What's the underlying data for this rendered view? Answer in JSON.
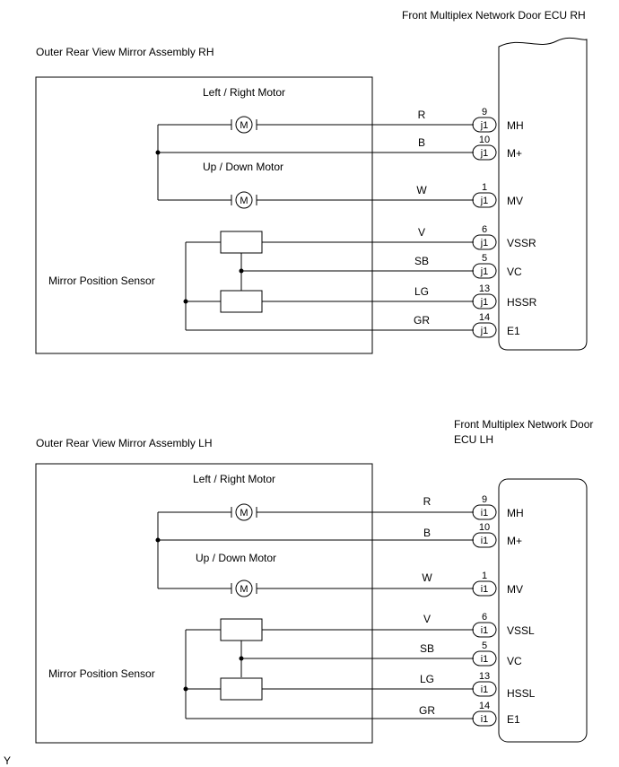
{
  "figure_code": "Y",
  "sections": [
    {
      "id": "rh",
      "assembly_label": "Outer Rear View Mirror Assembly RH",
      "ecu_label_lines": [
        "Front Multiplex Network Door ECU RH"
      ],
      "lr_motor_label": "Left  / Right Motor",
      "ud_motor_label": "Up / Down Motor",
      "sensor_label": "Mirror Position Sensor",
      "motor_symbol": "M",
      "connector": "j1",
      "wires": [
        {
          "color": "R",
          "pin": "9",
          "terminal": "MH"
        },
        {
          "color": "B",
          "pin": "10",
          "terminal": "M+"
        },
        {
          "color": "W",
          "pin": "1",
          "terminal": "MV"
        },
        {
          "color": "V",
          "pin": "6",
          "terminal": "VSSR"
        },
        {
          "color": "SB",
          "pin": "5",
          "terminal": "VC"
        },
        {
          "color": "LG",
          "pin": "13",
          "terminal": "HSSR"
        },
        {
          "color": "GR",
          "pin": "14",
          "terminal": "E1"
        }
      ]
    },
    {
      "id": "lh",
      "assembly_label": "Outer Rear View Mirror Assembly LH",
      "ecu_label_lines": [
        "Front Multiplex Network Door",
        "ECU LH"
      ],
      "lr_motor_label": "Left / Right Motor",
      "ud_motor_label": "Up / Down Motor",
      "sensor_label": "Mirror Position Sensor",
      "motor_symbol": "M",
      "connector": "i1",
      "wires": [
        {
          "color": "R",
          "pin": "9",
          "terminal": "MH"
        },
        {
          "color": "B",
          "pin": "10",
          "terminal": "M+"
        },
        {
          "color": "W",
          "pin": "1",
          "terminal": "MV"
        },
        {
          "color": "V",
          "pin": "6",
          "terminal": "VSSL"
        },
        {
          "color": "SB",
          "pin": "5",
          "terminal": "VC"
        },
        {
          "color": "LG",
          "pin": "13",
          "terminal": "HSSL"
        },
        {
          "color": "GR",
          "pin": "14",
          "terminal": "E1"
        }
      ]
    }
  ]
}
